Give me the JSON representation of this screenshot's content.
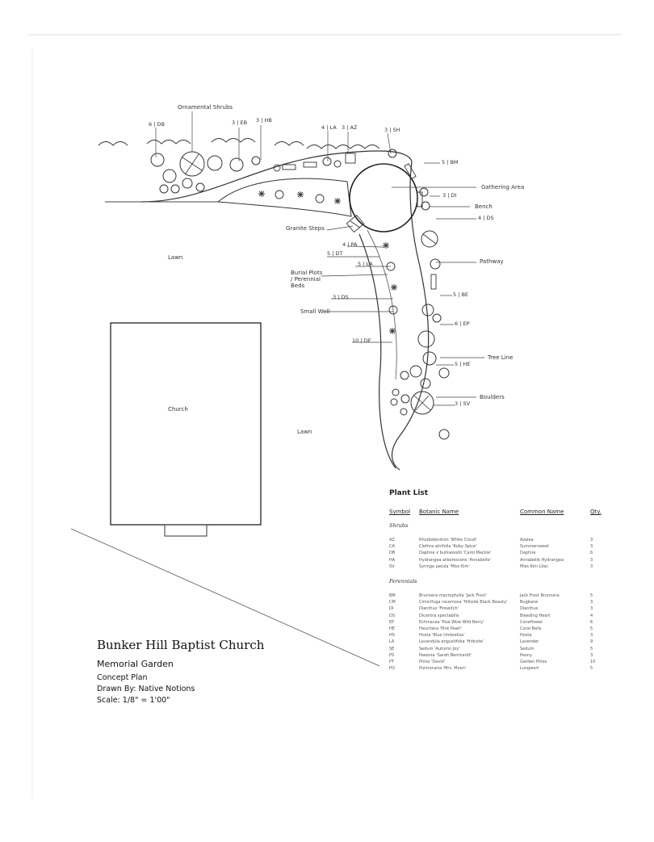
{
  "labels": {
    "ornamental_shrubs": "Ornamental Shrubs",
    "gathering_area": "Gathering Area",
    "bench": "Bench",
    "granite_steps": "Granite Steps",
    "pathway": "Pathway",
    "burial_plots": "Burial Plots / Perennial Beds",
    "small_well": "Small Well",
    "tree_line": "Tree Line",
    "boulders": "Boulders",
    "lawn_1": "Lawn",
    "lawn_2": "Lawn",
    "church": "Church"
  },
  "codes": [
    "6 | DB",
    "3 | EB",
    "3 | HB",
    "4 | LA",
    "3 | AZ",
    "3 | SH",
    "5 | BM",
    "3 | DI",
    "4 | DS",
    "4 | PA",
    "5 | DT",
    "5 | LA",
    "5 | BE",
    "3 | DS",
    "6 | EP",
    "10 | DE",
    "5 | HE",
    "3 | SV"
  ],
  "title_block": {
    "church_name": "Bunker Hill Baptist Church",
    "project": "Memorial Garden",
    "plan_type": "Concept Plan",
    "drawn_by": "Drawn By: Native Notions",
    "scale": "Scale: 1/8\" = 1'00\""
  },
  "plant_list": {
    "title": "Plant List",
    "headers": {
      "symbol": "Symbol",
      "botanic": "Botanic Name",
      "common": "Common Name",
      "qty": "Qty."
    },
    "groups": [
      {
        "name": "Shrubs",
        "rows": [
          {
            "symbol": "AZ",
            "botanic": "Rhododendron 'White Cloud'",
            "common": "Azalea",
            "qty": "3"
          },
          {
            "symbol": "CA",
            "botanic": "Clethra alnifolia 'Ruby Spice'",
            "common": "Summersweet",
            "qty": "3"
          },
          {
            "symbol": "DB",
            "botanic": "Daphne x burkwoodii 'Carol Mackie'",
            "common": "Daphne",
            "qty": "6"
          },
          {
            "symbol": "HA",
            "botanic": "Hydrangea arborescens 'Annabelle'",
            "common": "Annabelle Hydrangea",
            "qty": "3"
          },
          {
            "symbol": "SV",
            "botanic": "Syringa patula 'Miss Kim'",
            "common": "Miss Kim Lilac",
            "qty": "3"
          }
        ]
      },
      {
        "name": "Perennials",
        "rows": [
          {
            "symbol": "BM",
            "botanic": "Brunnera macrophylla 'Jack Frost'",
            "common": "Jack Frost Brunnera",
            "qty": "5"
          },
          {
            "symbol": "CM",
            "botanic": "Cimicifuga racemosa 'Hillside Black Beauty'",
            "common": "Bugbane",
            "qty": "3"
          },
          {
            "symbol": "DI",
            "botanic": "Dianthus 'Firewitch'",
            "common": "Dianthus",
            "qty": "3"
          },
          {
            "symbol": "DS",
            "botanic": "Dicentra spectabilis",
            "common": "Bleeding Heart",
            "qty": "4"
          },
          {
            "symbol": "EP",
            "botanic": "Echinacea 'Pow Wow Wild Berry'",
            "common": "Coneflower",
            "qty": "6"
          },
          {
            "symbol": "HE",
            "botanic": "Heuchera 'Pink Pearl'",
            "common": "Coral Bells",
            "qty": "5"
          },
          {
            "symbol": "HS",
            "botanic": "Hosta 'Blue Umbrellas'",
            "common": "Hosta",
            "qty": "3"
          },
          {
            "symbol": "LA",
            "botanic": "Lavandula angustifolia 'Hidcote'",
            "common": "Lavender",
            "qty": "9"
          },
          {
            "symbol": "SE",
            "botanic": "Sedum 'Autumn Joy'",
            "common": "Sedum",
            "qty": "5"
          },
          {
            "symbol": "PS",
            "botanic": "Paeonia 'Sarah Bernhardt'",
            "common": "Peony",
            "qty": "3"
          },
          {
            "symbol": "PT",
            "botanic": "Phlox 'David'",
            "common": "Garden Phlox",
            "qty": "10"
          },
          {
            "symbol": "PO",
            "botanic": "Pulmonaria 'Mrs. Moon'",
            "common": "Lungwort",
            "qty": "5"
          }
        ]
      }
    ]
  }
}
